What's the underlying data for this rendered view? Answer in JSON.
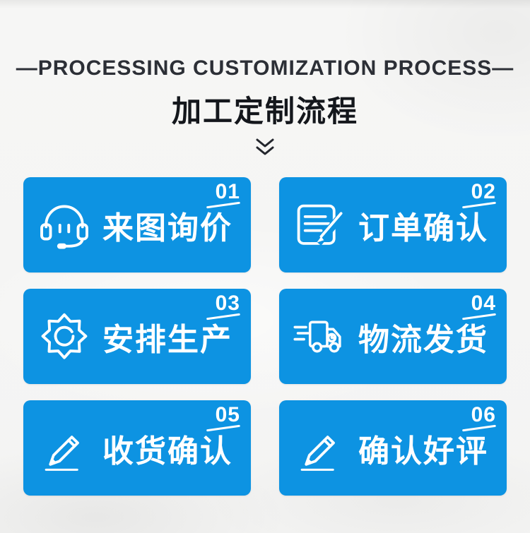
{
  "header": {
    "title_en": "—PROCESSING CUSTOMIZATION PROCESS—",
    "title_zh": "加工定制流程"
  },
  "colors": {
    "box_blue": "#0d93e2",
    "header_en_dark": "#2c2f36",
    "header_zh_black": "#14171c",
    "icon_and_text_white": "#ffffff",
    "background_light": "#f4f4f3"
  },
  "steps": [
    {
      "num": "01",
      "label": "来图询价",
      "icon": "headset-icon"
    },
    {
      "num": "02",
      "label": "订单确认",
      "icon": "order-document-icon"
    },
    {
      "num": "03",
      "label": "安排生产",
      "icon": "gear-icon"
    },
    {
      "num": "04",
      "label": "物流发货",
      "icon": "truck-icon"
    },
    {
      "num": "05",
      "label": "收货确认",
      "icon": "pencil-icon"
    },
    {
      "num": "06",
      "label": "确认好评",
      "icon": "pencil-icon"
    }
  ]
}
